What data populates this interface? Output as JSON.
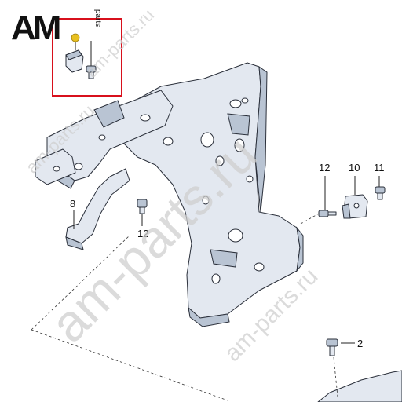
{
  "logo": {
    "main_text": "AM",
    "sub_text": "parts"
  },
  "callouts": {
    "c12_left": "12",
    "c8": "8",
    "c12_right": "12",
    "c10": "10",
    "c11": "11",
    "c2": "2"
  },
  "watermarks": {
    "wm1": "am-parts.ru",
    "wm2": "am-parts.ru",
    "wm3": "am-parts.ru",
    "wm4": "am-parts.ru"
  },
  "colors": {
    "highlight_box": "#d8101c",
    "part_fill": "#e3e8f0",
    "line": "#2a2f3a",
    "clip_yellow": "#e8c020",
    "watermark": "#cfcfcf"
  }
}
